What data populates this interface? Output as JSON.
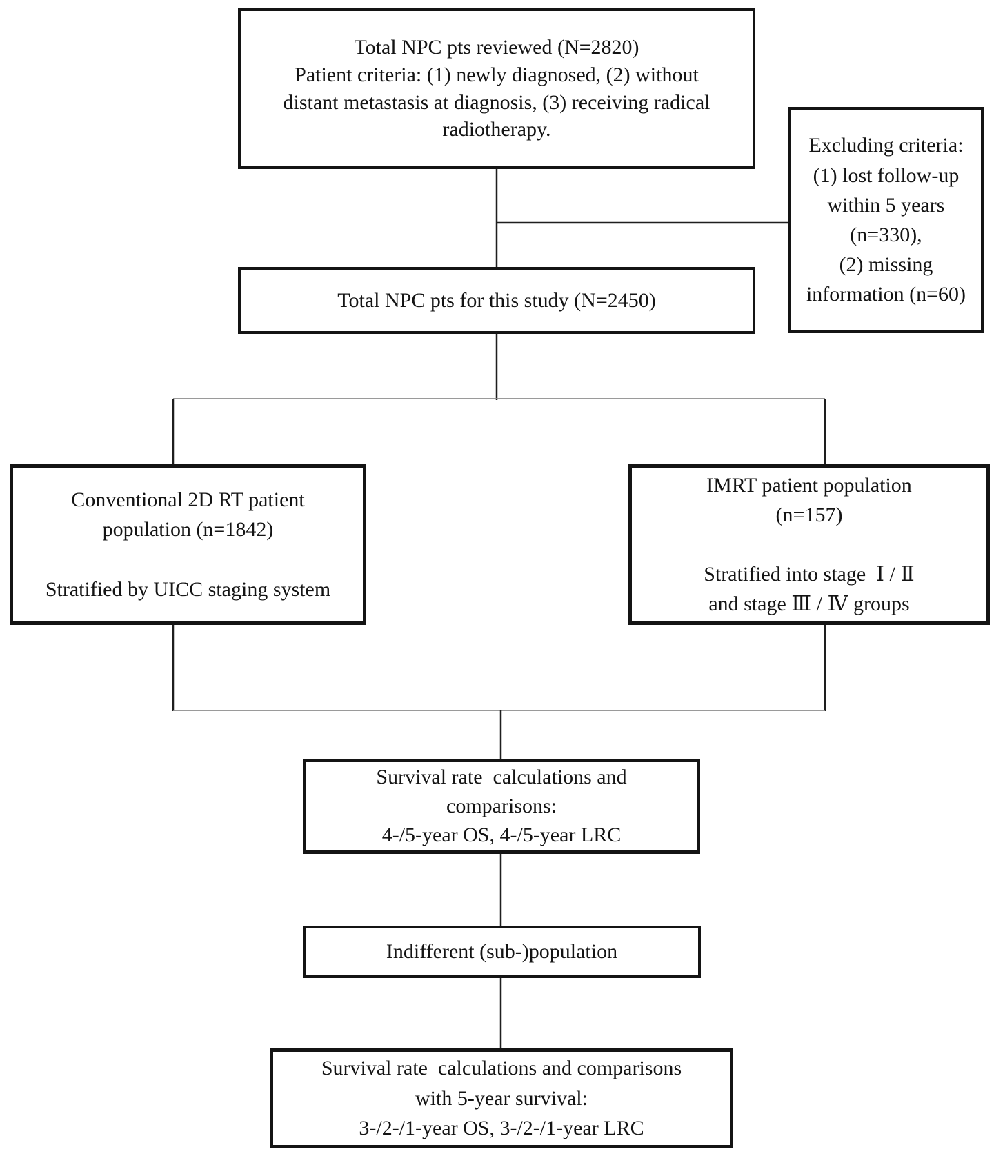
{
  "colors": {
    "ink": "#141414",
    "paper": "#ffffff",
    "connector_dark": "#1e1e1e",
    "connector_light": "#8c8c8c"
  },
  "boxes": {
    "total_reviewed": {
      "text": "Total NPC pts reviewed (N=2820)\nPatient criteria: (1) newly diagnosed, (2) without\ndistant metastasis at diagnosis, (3) receiving radical\nradiotherapy."
    },
    "excluding": {
      "text": "Excluding criteria:\n(1) lost follow-up\nwithin 5 years\n(n=330),\n(2) missing\ninformation (n=60)"
    },
    "study_total": {
      "text": "Total NPC pts for this study (N=2450)"
    },
    "conventional_2drt": {
      "text": "Conventional 2D RT patient\npopulation (n=1842)\n\nStratified by UICC staging system"
    },
    "imrt": {
      "text": "IMRT patient population\n(n=157)\n\nStratified into stage  Ⅰ / Ⅱ\nand stage Ⅲ / Ⅳ groups"
    },
    "survival_4_5": {
      "text": "Survival rate  calculations and\ncomparisons:\n4-/5-year OS, 4-/5-year LRC"
    },
    "indifferent": {
      "text": "Indifferent (sub-)population"
    },
    "survival_3_2_1": {
      "text": "Survival rate  calculations and comparisons\nwith 5-year survival:\n3-/2-/1-year OS, 3-/2-/1-year LRC"
    }
  }
}
